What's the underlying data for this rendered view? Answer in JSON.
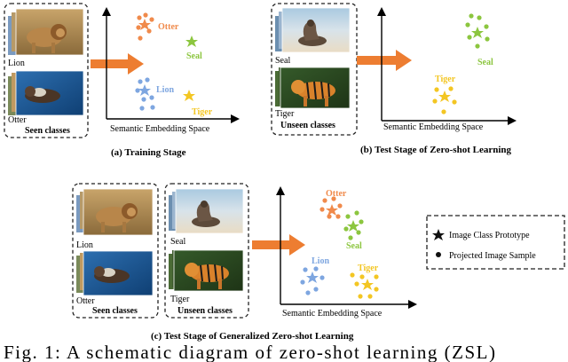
{
  "colors": {
    "otter": "#f08a4b",
    "seal": "#8cc63f",
    "lion": "#7ea6e0",
    "tiger": "#f3c623",
    "arrow": "#ed7d31",
    "axis": "#000000"
  },
  "panel_a": {
    "images": [
      "Lion",
      "Otter"
    ],
    "group_label": "Seen classes",
    "clusters": [
      "Otter",
      "Seal",
      "Lion",
      "Tiger"
    ],
    "axis_label": "Semantic Embedding Space",
    "caption": "(a) Training Stage"
  },
  "panel_b": {
    "images": [
      "Seal",
      "Tiger"
    ],
    "group_label": "Unseen classes",
    "clusters": [
      "Seal",
      "Tiger"
    ],
    "axis_label": "Semantic Embedding Space",
    "caption": "(b) Test Stage of Zero-shot Learning"
  },
  "panel_c": {
    "seen_images": [
      "Lion",
      "Otter"
    ],
    "seen_label": "Seen classes",
    "unseen_images": [
      "Seal",
      "Tiger"
    ],
    "unseen_label": "Unseen classes",
    "clusters": [
      "Otter",
      "Seal",
      "Lion",
      "Tiger"
    ],
    "axis_label": "Semantic Embedding Space",
    "caption": "(c) Test Stage of Generalized Zero-shot Learning"
  },
  "legend": {
    "items": [
      {
        "icon": "star-icon",
        "label": "Image Class Prototype"
      },
      {
        "icon": "dot-icon",
        "label": "Projected Image Sample"
      }
    ]
  },
  "figure_caption": "Fig. 1: A schematic diagram of zero-shot learning (ZSL)"
}
